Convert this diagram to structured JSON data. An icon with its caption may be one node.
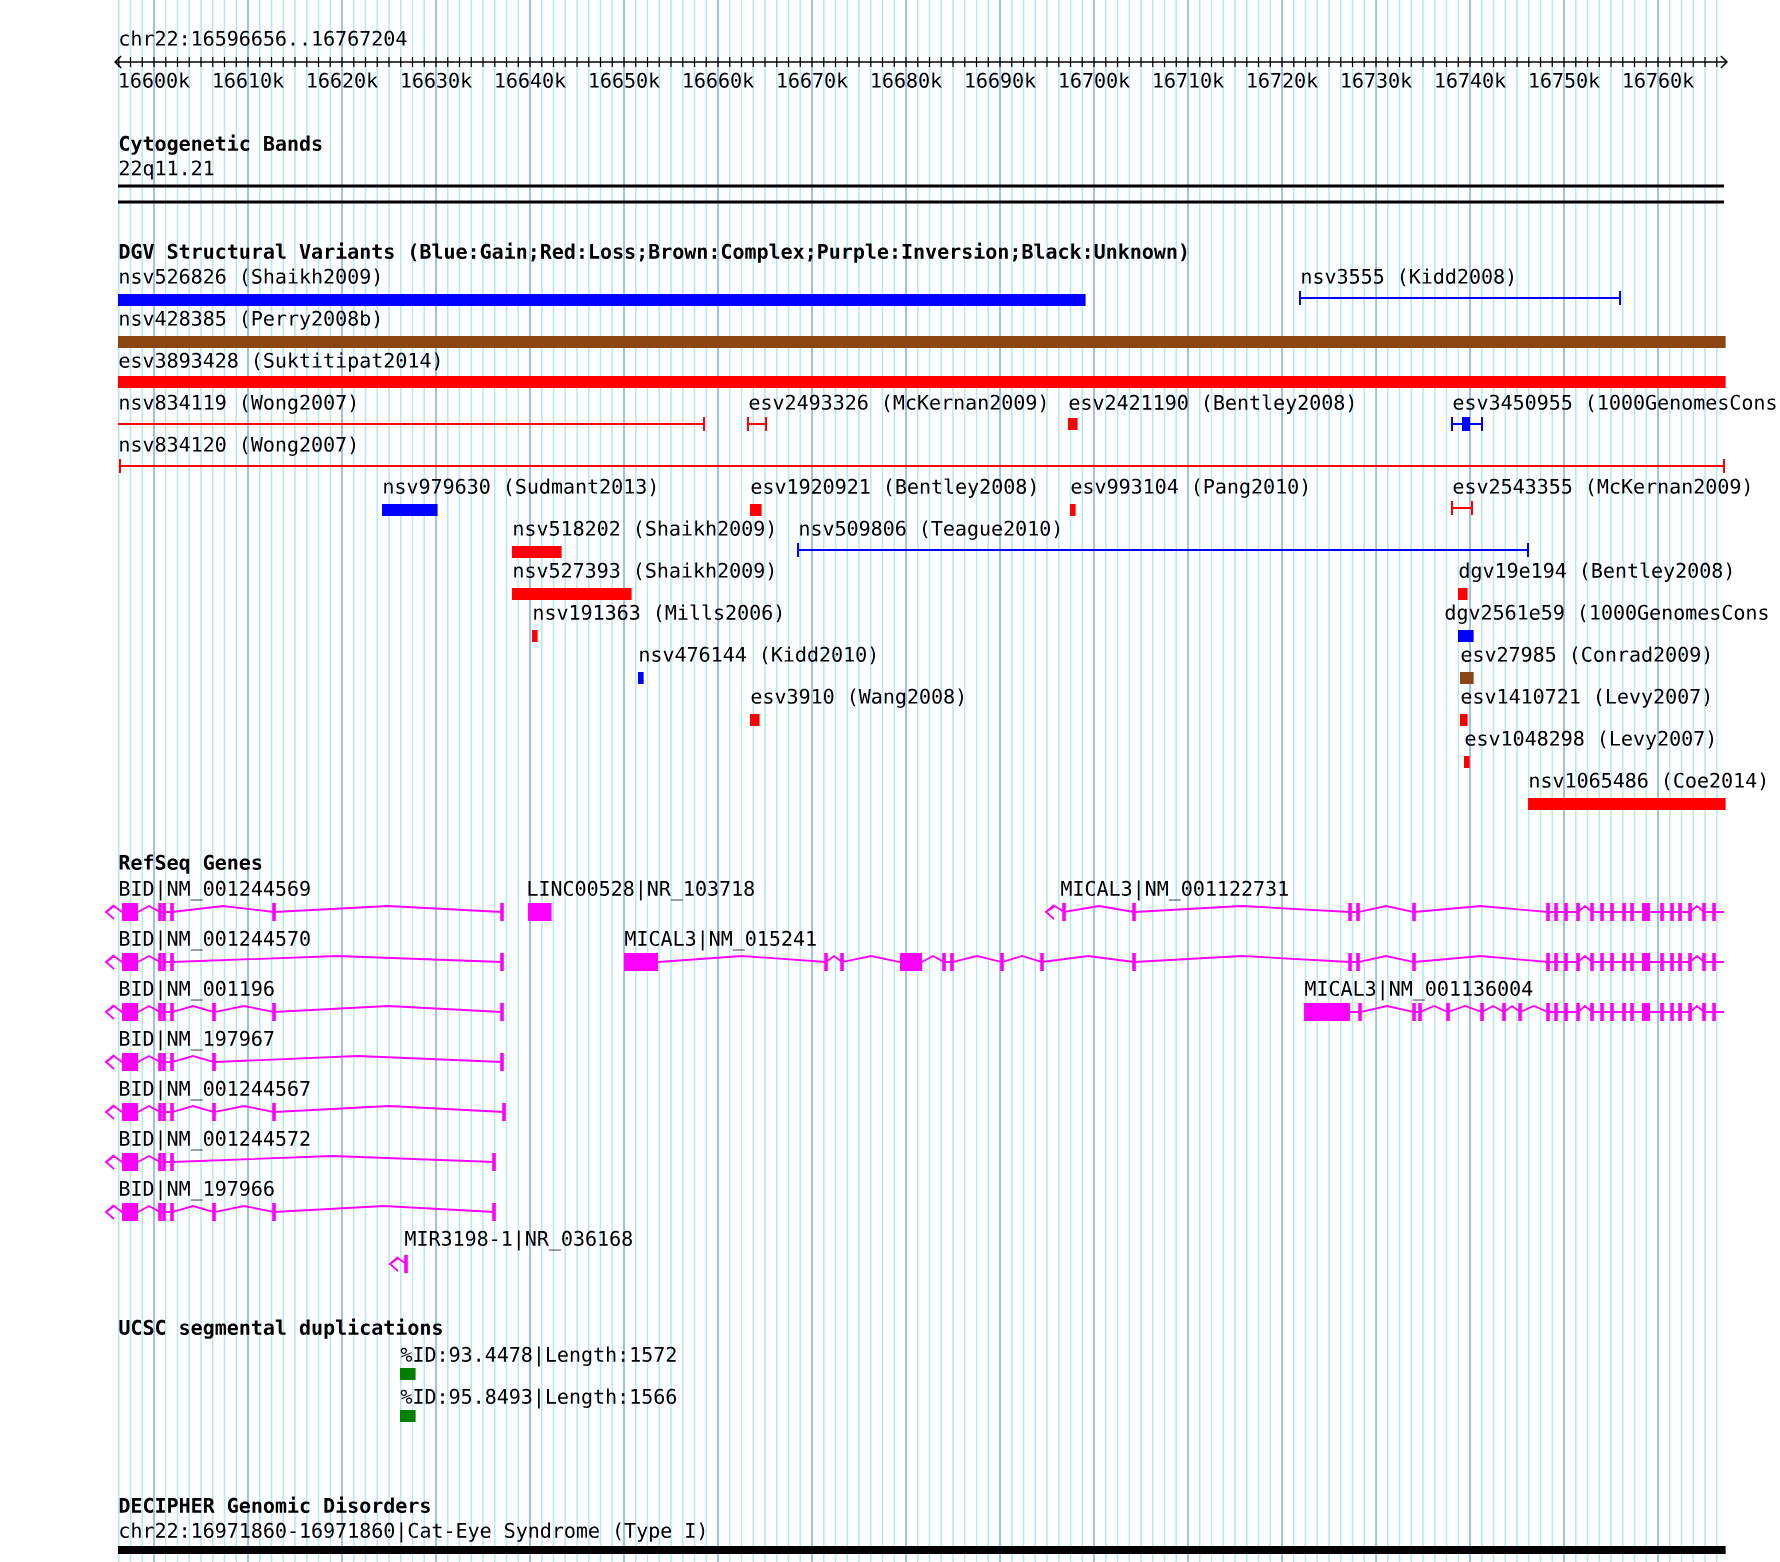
{
  "diagram": {
    "labels": [
      "chr22:16596656..16767204",
      "16600k",
      "16610k",
      "16620k",
      "16630k",
      "16640k",
      "16650k",
      "16660k",
      "16670k",
      "16680k",
      "16690k",
      "16700k",
      "16710k",
      "16720k",
      "16730k",
      "16740k",
      "16750k",
      "16760k",
      "Cytogenetic Bands",
      "22q11.21",
      "DGV Structural Variants (Blue:Gain;Red:Loss;Brown:Complex;Purple:Inversion;Black:Unknown)",
      "nsv526826 (Shaikh2009)",
      "nsv3555 (Kidd2008)",
      "nsv428385 (Perry2008b)",
      "esv3893428 (Suktitipat2014)",
      "nsv834119 (Wong2007)",
      "esv2493326 (McKernan2009)",
      "esv2421190 (Bentley2008)",
      "esv3450955 (1000GenomesCons",
      "nsv834120 (Wong2007)",
      "nsv979630 (Sudmant2013)",
      "esv1920921 (Bentley2008)",
      "esv993104 (Pang2010)",
      "esv2543355 (McKernan2009)",
      "nsv518202 (Shaikh2009)",
      "nsv509806 (Teague2010)",
      "nsv527393 (Shaikh2009)",
      "dgv19e194 (Bentley2008)",
      "nsv191363 (Mills2006)",
      "dgv2561e59 (1000GenomesCons",
      "nsv476144 (Kidd2010)",
      "esv27985 (Conrad2009)",
      "esv3910 (Wang2008)",
      "esv1410721 (Levy2007)",
      "esv1048298 (Levy2007)",
      "nsv1065486 (Coe2014)",
      "RefSeq Genes",
      "BID|NM_001244569",
      "LINC00528|NR_103718",
      "MICAL3|NM_001122731",
      "BID|NM_001244570",
      "MICAL3|NM_015241",
      "BID|NM_001196",
      "MICAL3|NM_001136004",
      "BID|NM_197967",
      "BID|NM_001244567",
      "BID|NM_001244572",
      "BID|NM_197966",
      "MIR3198-1|NR_036168",
      "UCSC segmental duplications",
      "%ID:93.4478|Length:1572",
      "%ID:95.8493|Length:1566",
      "DECIPHER Genomic Disorders",
      "chr22:16971860-16971860|Cat-Eye Syndrome (Type I)"
    ]
  }
}
